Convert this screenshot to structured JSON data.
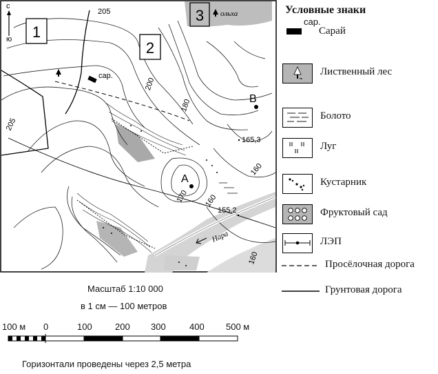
{
  "map": {
    "sectors": [
      "1",
      "2",
      "3"
    ],
    "points": [
      "A",
      "B"
    ],
    "elevations": [
      "205",
      "200",
      "180",
      "205",
      "160",
      "170",
      "160",
      "165,3",
      "155,2",
      "160"
    ],
    "compass": {
      "north": "с",
      "south": "ю"
    },
    "barn_label": "сар.",
    "forest_label": "ольха",
    "river_label": "Нара"
  },
  "legend": {
    "title": "Условные знаки",
    "items": [
      {
        "icon": "barn-icon",
        "label": "Сарай",
        "small": "сар."
      },
      {
        "icon": "forest-icon",
        "label": "Лиственный лес"
      },
      {
        "icon": "swamp-icon",
        "label": "Болото"
      },
      {
        "icon": "meadow-icon",
        "label": "Луг"
      },
      {
        "icon": "shrub-icon",
        "label": "Кустарник"
      },
      {
        "icon": "orchard-icon",
        "label": "Фруктовый сад"
      },
      {
        "icon": "powerline-icon",
        "label": "ЛЭП"
      },
      {
        "icon": "dashed-road-icon",
        "label": "Просёлочная дорога"
      },
      {
        "icon": "dirt-road-icon",
        "label": "Грунтовая дорога"
      }
    ]
  },
  "scale": {
    "line1": "Масштаб 1:10 000",
    "line2": "в 1 см — 100 метров",
    "ticks": [
      "100 м",
      "0",
      "100",
      "200",
      "300",
      "400",
      "500 м"
    ],
    "contour_note": "Горизонтали проведены через 2,5 метра"
  }
}
